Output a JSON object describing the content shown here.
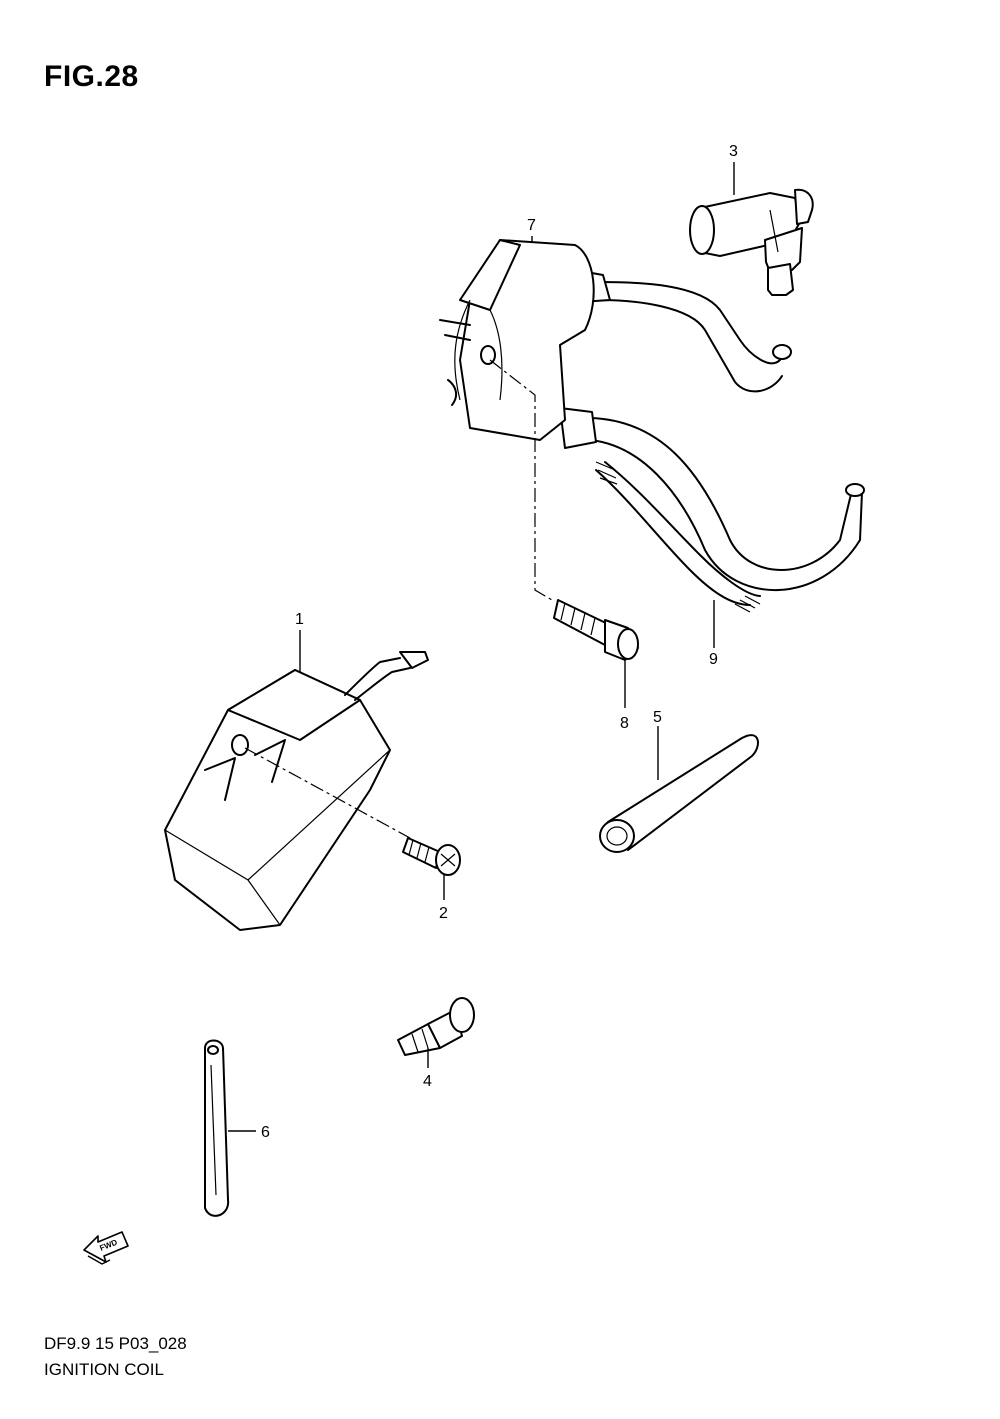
{
  "figure": {
    "title": "FIG.28",
    "code": "DF9.9 15 P03_028",
    "name": "IGNITION COIL",
    "direction_badge": "FWD"
  },
  "callouts": [
    "1",
    "2",
    "3",
    "4",
    "5",
    "6",
    "7",
    "8",
    "9"
  ],
  "icons": {
    "direction": "fwd-arrow-icon"
  }
}
